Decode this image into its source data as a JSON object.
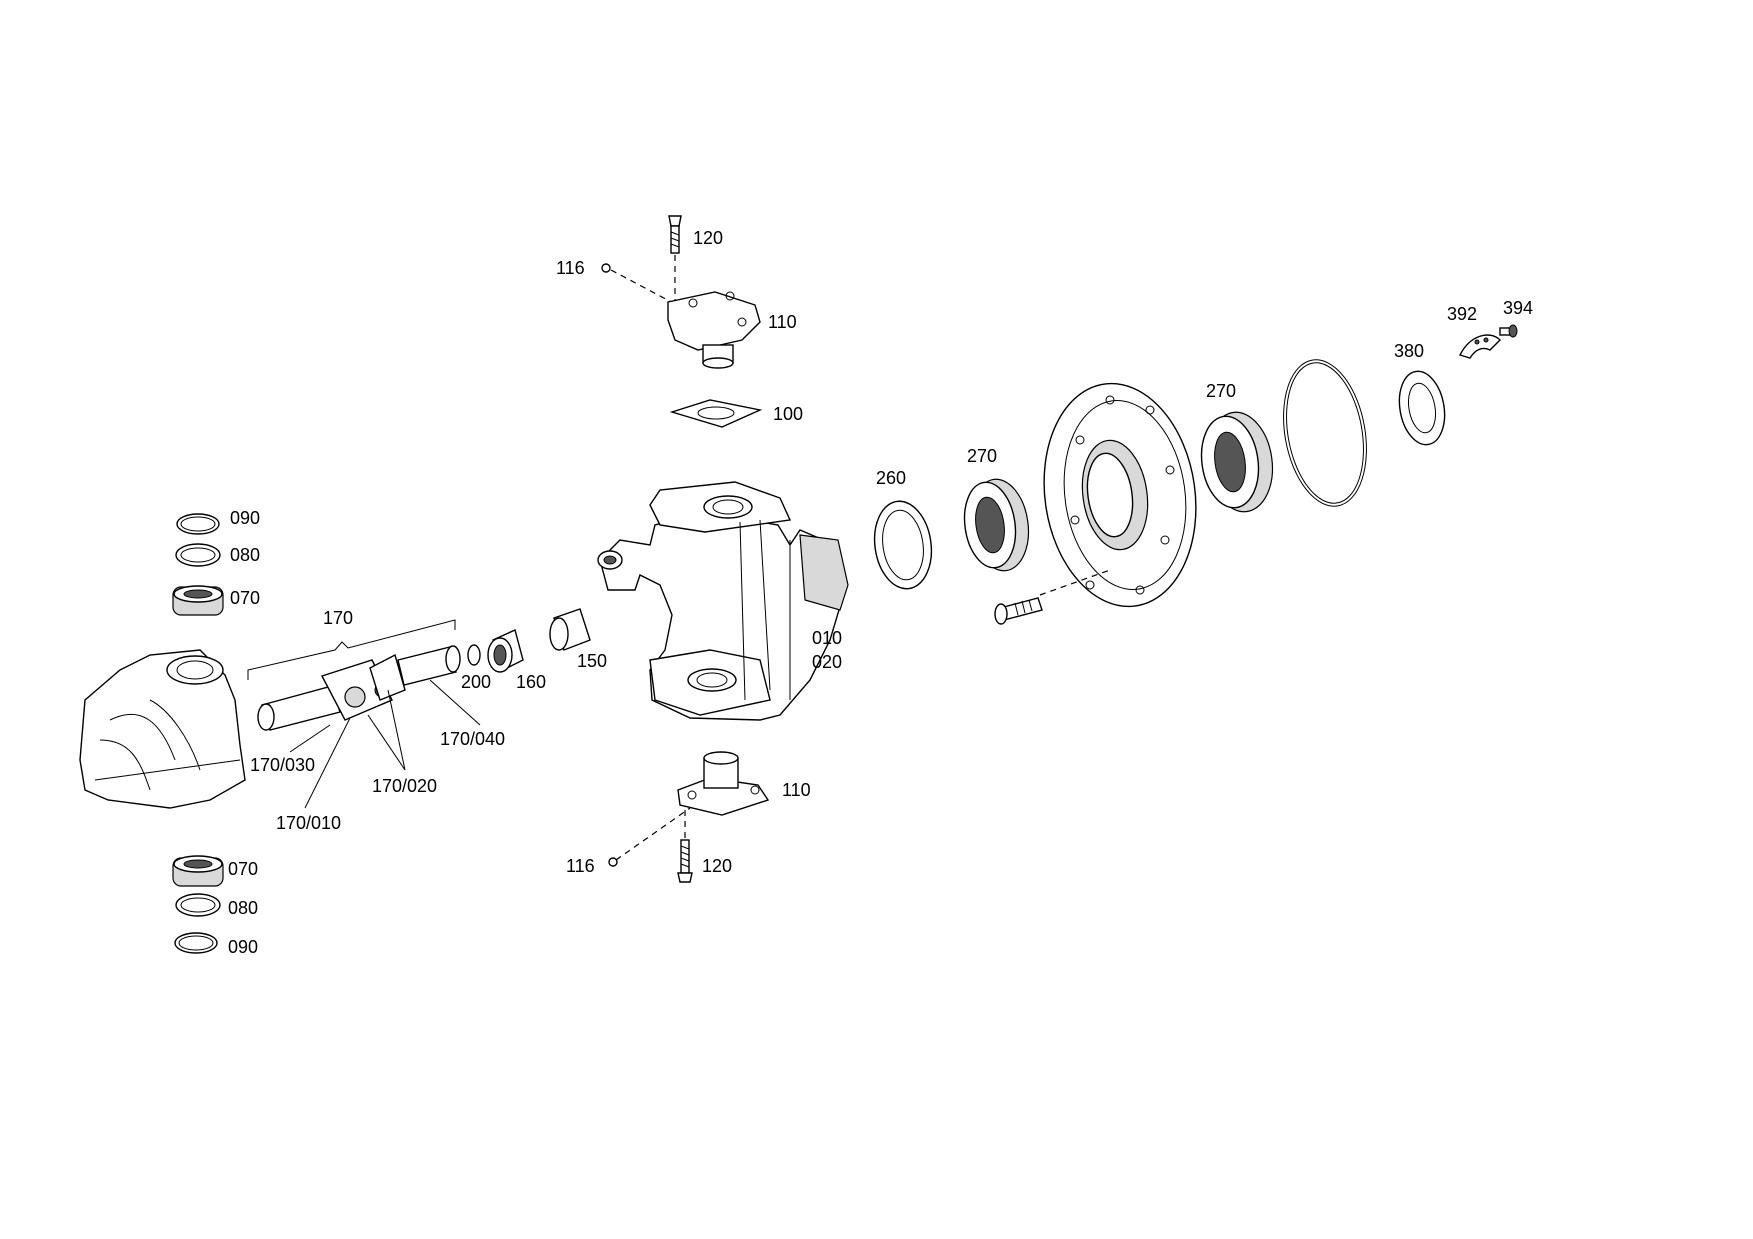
{
  "labels": {
    "p120_top": "120",
    "p116_top": "116",
    "p110_top": "110",
    "p100": "100",
    "p260": "260",
    "p270_a": "270",
    "p270_b": "270",
    "p380": "380",
    "p392": "392",
    "p394": "394",
    "p090_top": "090",
    "p080_top": "080",
    "p070_top": "070",
    "p170": "170",
    "p200": "200",
    "p160": "160",
    "p150": "150",
    "p010": "010",
    "p020": "020",
    "p170_040": "170/040",
    "p170_030": "170/030",
    "p170_020": "170/020",
    "p170_010": "170/010",
    "p110_bottom": "110",
    "p116_bottom": "116",
    "p120_bottom": "120",
    "p070_bottom": "070",
    "p080_bottom": "080",
    "p090_bottom": "090"
  }
}
